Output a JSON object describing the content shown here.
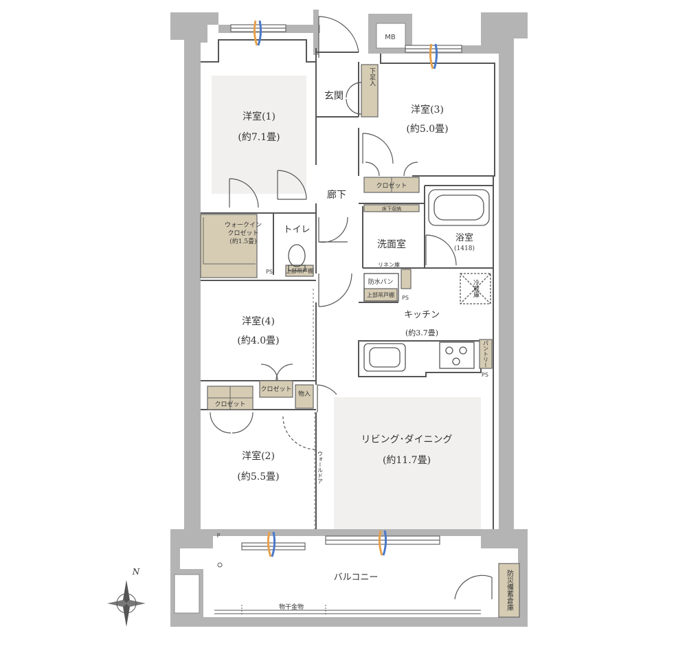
{
  "rooms": {
    "western1": {
      "name": "洋室(1)",
      "size": "(約7.1畳)"
    },
    "western2": {
      "name": "洋室(2)",
      "size": "(約5.5畳)"
    },
    "western3": {
      "name": "洋室(3)",
      "size": "(約5.0畳)"
    },
    "western4": {
      "name": "洋室(4)",
      "size": "(約4.0畳)"
    },
    "living": {
      "name": "リビング･ダイニング",
      "size": "(約11.7畳)"
    },
    "kitchen": {
      "name": "キッチン",
      "size": "(約3.7畳)"
    },
    "entrance": {
      "name": "玄関"
    },
    "hallway": {
      "name": "廊下"
    },
    "toilet": {
      "name": "トイレ"
    },
    "washroom": {
      "name": "洗面室"
    },
    "bathroom": {
      "name": "浴室",
      "size": "(1418)"
    },
    "balcony": {
      "name": "バルコニー"
    }
  },
  "storage": {
    "walkin_line1": "ウォークイン",
    "walkin_line2": "クロゼット",
    "walkin_size": "(約1.5畳)",
    "closet": "クロゼット",
    "shoe_box": "下足入",
    "storage_small": "物入",
    "upper_cabinet": "上部吊戸棚",
    "linen": "リネン庫",
    "waterproof_pan": "防水パン",
    "under_floor": "床下収納",
    "fridge": "冷蔵庫",
    "pantry": "パントリー",
    "disaster_storage": "防災備蓄倉庫"
  },
  "labels": {
    "mb": "MB",
    "ps": "PS",
    "p": "P",
    "wall_door": "ウォールドア",
    "laundry_rack": "物干金物",
    "north": "N"
  },
  "colors": {
    "wall": "#b4b4b4",
    "room_fill": "#f2f0ee",
    "storage_fill": "#d6ccb4",
    "line": "#555555",
    "accent_orange": "#e6a04a",
    "accent_blue": "#4a78c8"
  }
}
